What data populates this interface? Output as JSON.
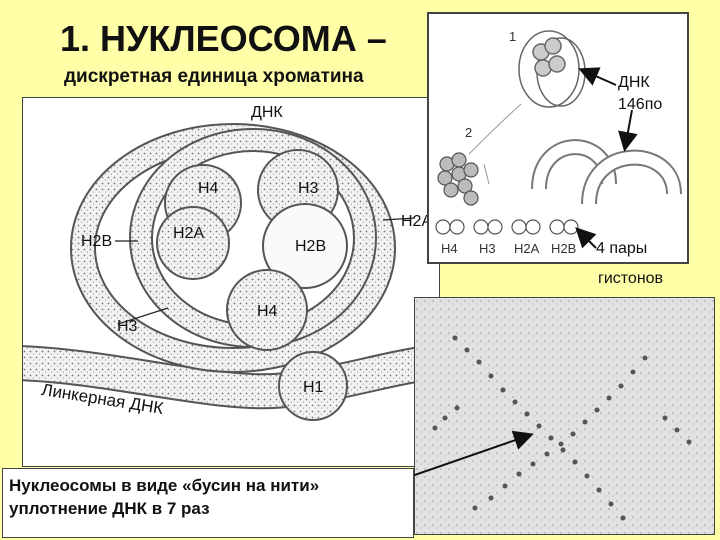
{
  "slide": {
    "title": "1. НУКЛЕОСОМА –",
    "subtitle": "дискретная единица хроматина"
  },
  "left_figure": {
    "labels": {
      "dna": "ДНК",
      "h4_top": "H4",
      "h3_top": "H3",
      "h2a_right": "H2A",
      "h2b_left": "H2B",
      "h2a_inner": "H2A",
      "h2b_center": "H2B",
      "h4_bottom": "H4",
      "h3_left": "H3",
      "h1": "H1",
      "linker_dna": "Линкерная ДНК"
    }
  },
  "right_diagram": {
    "step1": "1",
    "step2": "2",
    "histones": [
      "H4",
      "H3",
      "H2A",
      "H2B"
    ]
  },
  "annotations": {
    "dna_label": "ДНК",
    "dna_length": "146по",
    "pairs": "4 пары",
    "histones_word": "гистонов"
  },
  "caption": {
    "line1": "Нуклеосомы в виде «бусин на нити»",
    "line2": "уплотнение ДНК в 7 раз"
  },
  "colors": {
    "background": "#ffffa8",
    "panel": "#ffffff",
    "micrograph": "#e6e6e6",
    "ink": "#111111"
  }
}
